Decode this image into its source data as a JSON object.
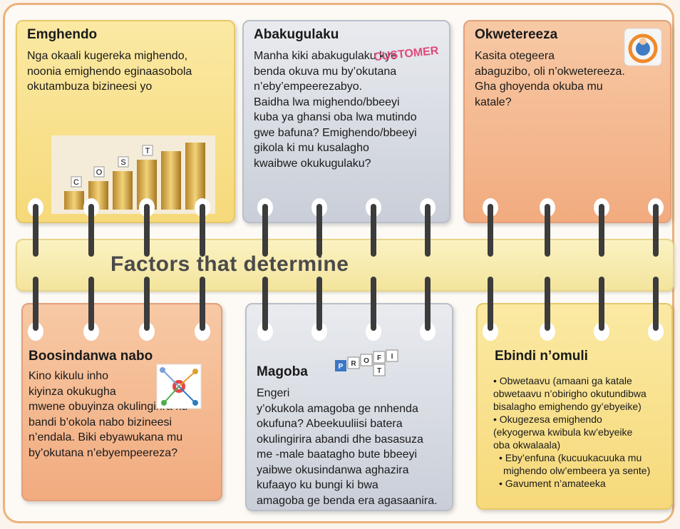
{
  "center_title": "Factors that determine",
  "cards": {
    "emghendo": {
      "title": "Emghendo",
      "body": "Nga okaali kugereka mighendo,\nnoonia emighendo eginaasobola\nokutambuza bizineesi yo",
      "image_letters": [
        "C",
        "O",
        "S",
        "T"
      ]
    },
    "abakugulaku": {
      "title": "Abakugulaku",
      "body": "Manha kiki abakugulaku kye\nbenda okuva mu by’okutana\nn’eby’empeerezabyo.\nBaidha lwa mighendo/bbeeyi\nkuba ya ghansi oba lwa mutindo\ngwe bafuna? Emighendo/bbeeyi\ngikola ki mu kusalagho\nkwaibwe okukugulaku?",
      "logo_text": "CUSTOMER"
    },
    "okwetereeza": {
      "title": "Okwetereeza",
      "body": "Kasita otegeera\nabaguzibo, oli n’okwetereeza.\nGha ghoyenda okuba mu\nkatale?"
    },
    "boosindanwa": {
      "title": "Boosindanwa nabo",
      "body": "Kino kikulu inho\nkiyinza okukugha\nmwene obuyinza okulingirira ku\nbandi b’okola nabo bizineesi\nn’endala. Biki ebyawukana mu\nby’okutana n’ebyempeereza?"
    },
    "magoba": {
      "title": "Magoba",
      "body": "Engeri\ny’okukola amagoba ge nnhenda\nokufuna? Abeekuuliisi batera\nokulingirira abandi dhe basasuza\nme -male baatagho bute bbeeyi\nyaibwe okusindanwa aghazira\nkufaayo ku bungi ki bwa\namagoba ge benda era agasaanira.",
      "tiles": [
        "P",
        "R",
        "O",
        "F",
        "I",
        "T"
      ]
    },
    "ebindi": {
      "title": "Ebindi n’omuli",
      "items": [
        "• Obwetaavu (amaani ga katale",
        "obwetaavu n’obirigho okutundibwa",
        "bisalagho emighendo gy’ebyeike)",
        "• Okugezesa emighendo",
        "(ekyogerwa kwibula kw’ebyeike",
        "oba okwalaala)",
        "• Eby’enfuna (kucuukacuuka mu",
        "mighendo olw’embeera ya sente)",
        "• Gavument n’amateeka"
      ]
    }
  },
  "colors": {
    "frame": "#eab27b",
    "yellow_card": "#f6d97a",
    "grey_card": "#c9ced8",
    "peach_card": "#f2ab7f",
    "band": "#f3e49c",
    "band_text": "#4a4a4a"
  },
  "icons": [
    "coin-stacks-image",
    "customer-logo-icon",
    "service-person-icon",
    "target-network-icon",
    "profit-tiles-icon"
  ]
}
